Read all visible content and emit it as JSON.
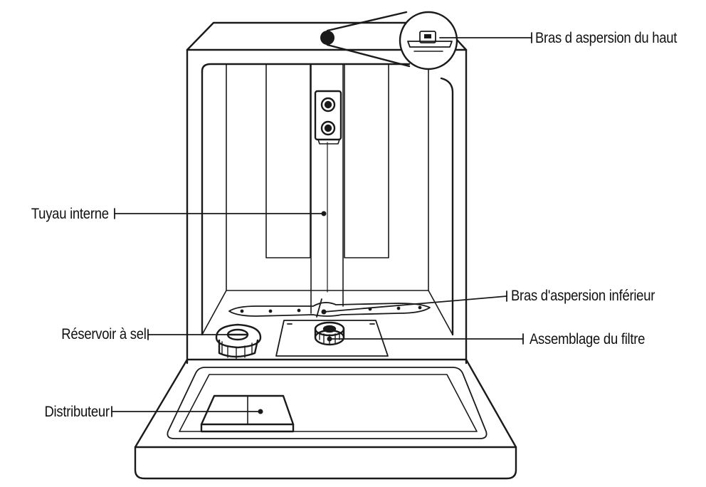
{
  "labels": {
    "top_spray_arm": "Bras d aspersion du haut",
    "internal_pipe": "Tuyau interne",
    "lower_spray_arm": "Bras d'aspersion inférieur",
    "salt_reservoir": "Réservoir à sel",
    "filter_assembly": "Assemblage du filtre",
    "dispenser": "Distributeur"
  }
}
